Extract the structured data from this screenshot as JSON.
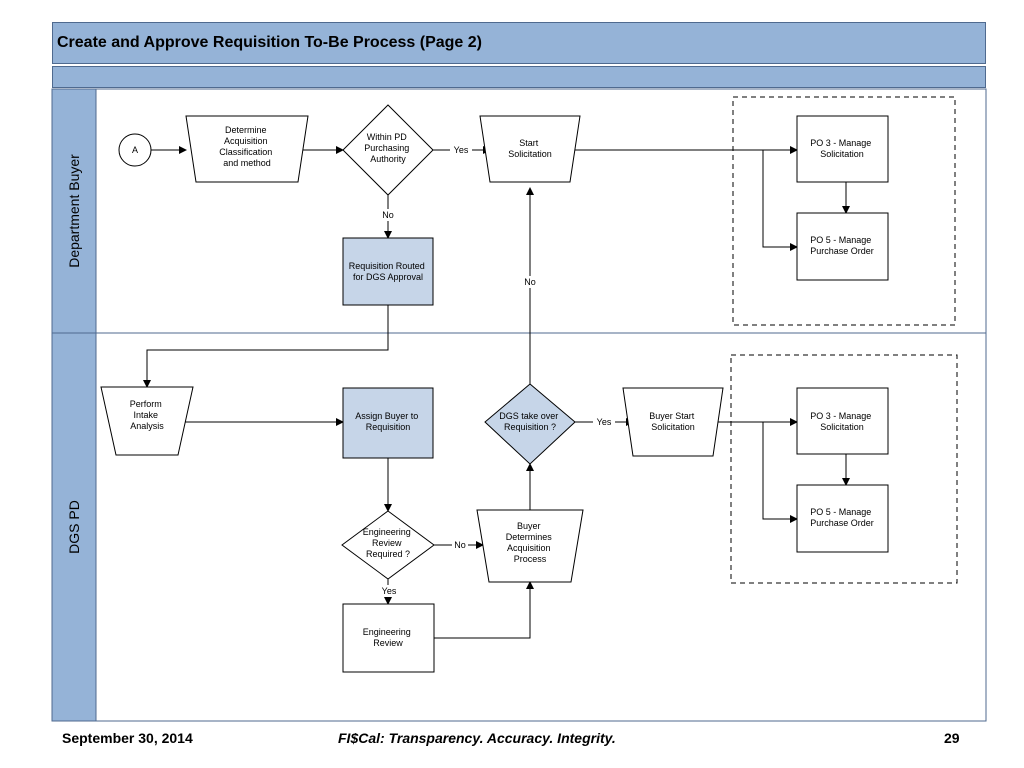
{
  "title": "Create and Approve Requisition To-Be Process (Page 2)",
  "lanes": [
    {
      "id": "department-buyer",
      "label": "Department Buyer"
    },
    {
      "id": "dgs-pd",
      "label": "DGS PD"
    }
  ],
  "nodes": {
    "connector_a": "A",
    "determine": [
      "Determine",
      "Acquisition",
      "Classification",
      "and method"
    ],
    "within_pd": [
      "Within PD",
      "Purchasing",
      "Authority"
    ],
    "start_solicitation": [
      "Start",
      "Solicitation"
    ],
    "requisition_routed": [
      "Requisition Routed",
      "for DGS Approval"
    ],
    "po3_top": [
      "PO 3 - Manage",
      "Solicitation"
    ],
    "po5_top": [
      "PO 5 - Manage",
      "Purchase Order"
    ],
    "perform_intake": [
      "Perform",
      "Intake",
      "Analysis"
    ],
    "assign_buyer": [
      "Assign Buyer to",
      "Requisition"
    ],
    "dgs_takeover": [
      "DGS take over",
      "Requisition ?"
    ],
    "buyer_start": [
      "Buyer Start",
      "Solicitation"
    ],
    "po3_bottom": [
      "PO 3 - Manage",
      "Solicitation"
    ],
    "po5_bottom": [
      "PO 5 - Manage",
      "Purchase Order"
    ],
    "engineering_required": [
      "Engineering",
      "Review",
      "Required ?"
    ],
    "buyer_determines": [
      "Buyer",
      "Determines",
      "Acquisition",
      "Process"
    ],
    "engineering_review": [
      "Engineering",
      "Review"
    ]
  },
  "edge_labels": {
    "within_pd_yes": "Yes",
    "within_pd_no": "No",
    "takeover_no": "No",
    "takeover_yes": "Yes",
    "eng_no": "No",
    "eng_yes": "Yes"
  },
  "colors": {
    "header": "#95b3d7",
    "lane": "#95b3d7",
    "shaded_box": "#c6d5e8"
  },
  "footer": {
    "date": "September 30, 2014",
    "tagline": "FI$Cal:  Transparency.  Accuracy.  Integrity.",
    "page": "29"
  }
}
